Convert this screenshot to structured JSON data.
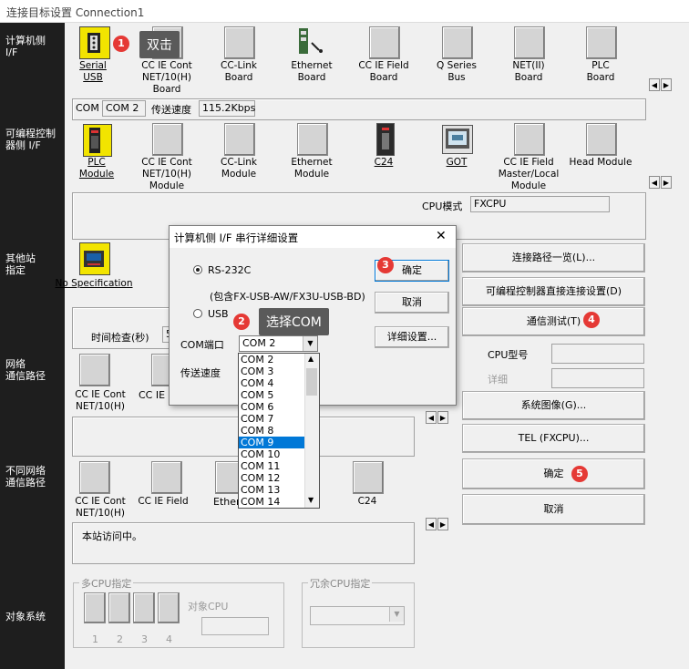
{
  "window": {
    "title": "连接目标设置 Connection1"
  },
  "sidebar": {
    "pc_if": "计算机侧\nI/F",
    "plc_if": "可编程控制\n器侧 I/F",
    "other_station": "其他站\n指定",
    "network_route": "网络\n通信路径",
    "diff_network": "不同网络\n通信路径",
    "target_system": "对象系统"
  },
  "pc_side_icons": [
    {
      "label": "Serial\nUSB"
    },
    {
      "label": "CC IE Cont\nNET/10(H)\nBoard"
    },
    {
      "label": "CC-Link\nBoard"
    },
    {
      "label": "Ethernet\nBoard"
    },
    {
      "label": "CC IE Field\nBoard"
    },
    {
      "label": "Q Series\nBus"
    },
    {
      "label": "NET(II)\nBoard"
    },
    {
      "label": "PLC\nBoard"
    }
  ],
  "pc_side_info": {
    "com_label": "COM",
    "com_value": "COM 2",
    "speed_label": "传送速度",
    "speed_value": "115.2Kbps"
  },
  "plc_side_icons": [
    {
      "label": "PLC\nModule"
    },
    {
      "label": "CC IE Cont\nNET/10(H)\nModule"
    },
    {
      "label": "CC-Link\nModule"
    },
    {
      "label": "Ethernet\nModule"
    },
    {
      "label": "C24"
    },
    {
      "label": "GOT"
    },
    {
      "label": "CC IE Field\nMaster/Local\nModule"
    },
    {
      "label": "Head Module"
    }
  ],
  "plc_side_info": {
    "cpu_mode_label": "CPU模式",
    "cpu_mode_value": "FXCPU"
  },
  "other_station": {
    "icon_label": "No Specification",
    "time_check_label": "时间检查(秒)",
    "time_check_value": "5"
  },
  "network_route_icons": [
    {
      "label": "CC IE Cont\nNET/10(H)"
    },
    {
      "label": "CC IE F"
    }
  ],
  "diff_network_icons": [
    {
      "label": "CC IE Cont\nNET/10(H)"
    },
    {
      "label": "CC IE Field"
    },
    {
      "label": "Etherne"
    },
    {
      "label": "C24"
    }
  ],
  "status": {
    "message": "本站访问中。"
  },
  "multi_cpu": {
    "group_label": "多CPU指定",
    "target_label": "对象CPU",
    "numbers": [
      "1",
      "2",
      "3",
      "4"
    ]
  },
  "redundant_cpu": {
    "group_label": "冗余CPU指定"
  },
  "right_buttons": {
    "route_list": "连接路径一览(L)...",
    "direct_connect": "可编程控制器直接连接设置(D)",
    "comm_test": "通信测试(T)",
    "cpu_type_label": "CPU型号",
    "detail_label": "详细",
    "system_image": "系统图像(G)...",
    "tel": "TEL (FXCPU)...",
    "ok": "确定",
    "cancel": "取消"
  },
  "dialog": {
    "title": "计算机侧 I/F 串行详细设置",
    "close": "✕",
    "rs232c_label": "RS-232C",
    "rs232c_note": "(包含FX-USB-AW/FX3U-USB-BD)",
    "usb_label": "USB",
    "com_port_label": "COM端口",
    "com_port_value": "COM 2",
    "speed_label": "传送速度",
    "ok": "确定",
    "cancel": "取消",
    "detail": "详细设置...",
    "com_options": [
      "COM 2",
      "COM 3",
      "COM 4",
      "COM 5",
      "COM 6",
      "COM 7",
      "COM 8",
      "COM 9",
      "COM 10",
      "COM 11",
      "COM 12",
      "COM 13",
      "COM 14"
    ],
    "selected_option": "COM 9"
  },
  "annotations": {
    "n1": "1",
    "t1": "双击",
    "n2": "2",
    "t2": "选择COM",
    "n3": "3",
    "n4": "4",
    "n5": "5"
  },
  "colors": {
    "sidebar_bg": "#1e1e1e",
    "badge_red": "#e53935",
    "tooltip_bg": "#5a5a5a",
    "selection_blue": "#0078d7",
    "plc_yellow": "#f2e400"
  }
}
